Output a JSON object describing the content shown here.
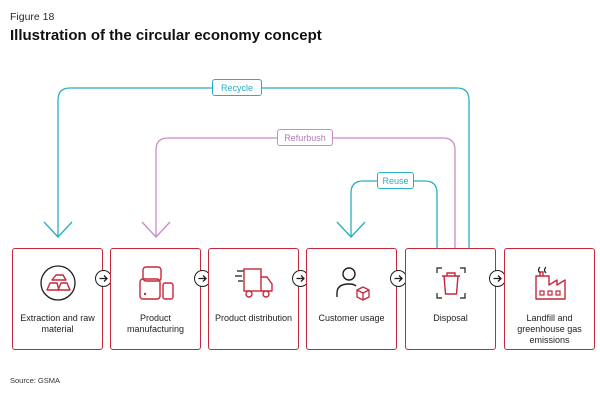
{
  "figure": {
    "label": "Figure 18",
    "title": "Illustration of the circular economy concept",
    "source": "Source: GSMA"
  },
  "loops": {
    "recycle": "Recycle",
    "refurbish": "Refurbush",
    "reuse": "Reuse"
  },
  "stages": [
    {
      "label": "Extraction and raw material",
      "icon": "rocks-icon"
    },
    {
      "label": "Product manufacturing",
      "icon": "devices-icon"
    },
    {
      "label": "Product distribution",
      "icon": "delivery-truck-icon"
    },
    {
      "label": "Customer usage",
      "icon": "user-with-package-icon"
    },
    {
      "label": "Disposal",
      "icon": "trash-bin-icon"
    },
    {
      "label": "Landfill and greenhouse gas emissions",
      "icon": "factory-icon"
    }
  ],
  "colors": {
    "stage_border": "#c4283a",
    "recycle_loop": "#28aec4",
    "refurbish_loop": "#c98bc9",
    "reuse_loop": "#28aec4"
  }
}
